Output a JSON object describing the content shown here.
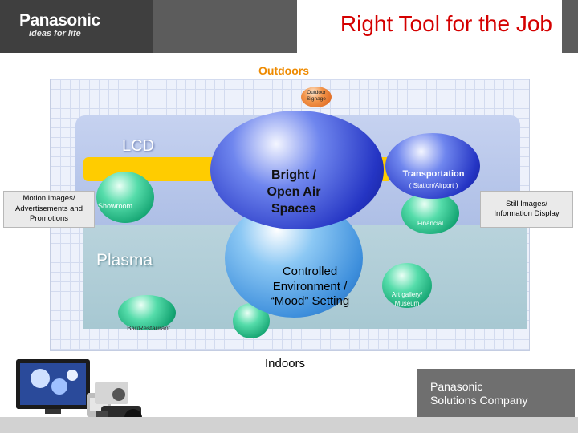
{
  "header": {
    "brand": "Panasonic",
    "tagline": "ideas for life",
    "title": "Right Tool for the Job"
  },
  "diagram": {
    "top_label": "Outdoors",
    "bottom_label": "Indoors",
    "lcd_label": "LCD",
    "plasma_label": "Plasma",
    "left_box": [
      "Motion Images/",
      "Advertisements and",
      "Promotions"
    ],
    "right_box": [
      "Still Images/",
      "Information Display"
    ],
    "spheres": {
      "outdoor_signage": [
        "Outdoor",
        "Signage"
      ],
      "bright": [
        "Bright /",
        "Open Air",
        "Spaces"
      ],
      "controlled": [
        "Controlled",
        "Environment /",
        "“Mood” Setting"
      ],
      "transportation": "Transportation",
      "transportation_sub": "( Station/Airport )",
      "showroom": "Showroom",
      "financial": "Financial",
      "art": [
        "Art gallery/",
        "Museum"
      ],
      "bar": "Bar/Restaurant"
    },
    "colors": {
      "outdoors_label": "#ee8a00",
      "lcd_bar": "#ffcc00",
      "title": "#d40000"
    }
  },
  "footer": {
    "company": [
      "Panasonic",
      "Solutions Company"
    ]
  }
}
